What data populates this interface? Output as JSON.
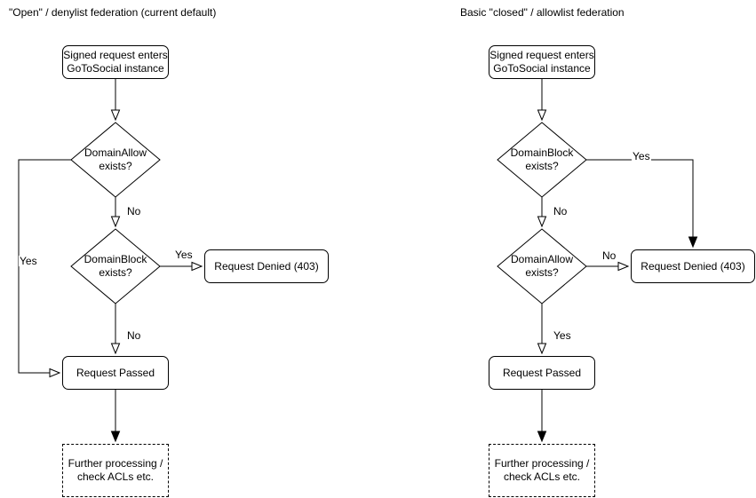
{
  "canvas": {
    "background": "#ffffff",
    "stroke_color": "#000000",
    "text_color": "#000000"
  },
  "left_chart": {
    "title": "\"Open\" / denylist federation (current default)",
    "nodes": {
      "start": "Signed request enters\nGoToSocial instance",
      "decision1": "DomainAllow\nexists?",
      "decision2": "DomainBlock\nexists?",
      "denied": "Request Denied (403)",
      "passed": "Request Passed",
      "further": "Further processing /\ncheck ACLs etc."
    },
    "edge_labels": {
      "decision1_no": "No",
      "decision1_yes": "Yes",
      "decision2_yes": "Yes",
      "decision2_no": "No"
    }
  },
  "right_chart": {
    "title": "Basic \"closed\" / allowlist federation",
    "nodes": {
      "start": "Signed request enters\nGoToSocial instance",
      "decision1": "DomainBlock\nexists?",
      "decision2": "DomainAllow\nexists?",
      "denied": "Request Denied (403)",
      "passed": "Request Passed",
      "further": "Further processing /\ncheck ACLs etc."
    },
    "edge_labels": {
      "decision1_yes": "Yes",
      "decision1_no": "No",
      "decision2_no": "No",
      "decision2_yes": "Yes"
    }
  }
}
